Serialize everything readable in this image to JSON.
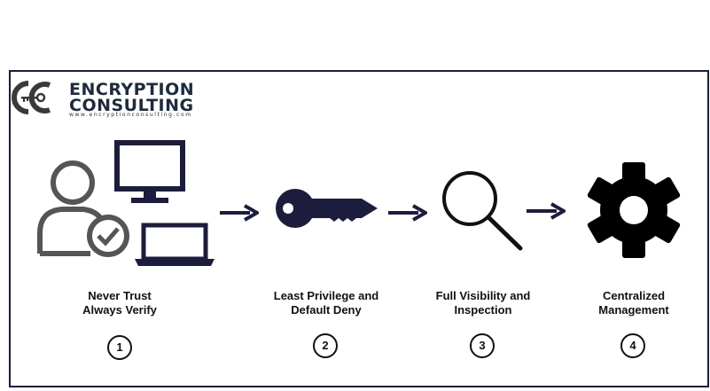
{
  "logo": {
    "line1": "ENCRYPTION",
    "line2": "CONSULTING",
    "url": "www.encryptionconsulting.com"
  },
  "steps": [
    {
      "line1": "Never Trust",
      "line2": "Always Verify",
      "number": "1",
      "icon": "user-devices-icon"
    },
    {
      "line1": "Least Privilege and",
      "line2": "Default Deny",
      "number": "2",
      "icon": "key-icon"
    },
    {
      "line1": "Full Visibility and",
      "line2": "Inspection",
      "number": "3",
      "icon": "magnifier-icon"
    },
    {
      "line1": "Centralized",
      "line2": "Management",
      "number": "4",
      "icon": "gear-icon"
    }
  ],
  "colors": {
    "frame": "#1c1c3c",
    "icon_dark": "#1c1c3c",
    "user_gray": "#555555"
  }
}
